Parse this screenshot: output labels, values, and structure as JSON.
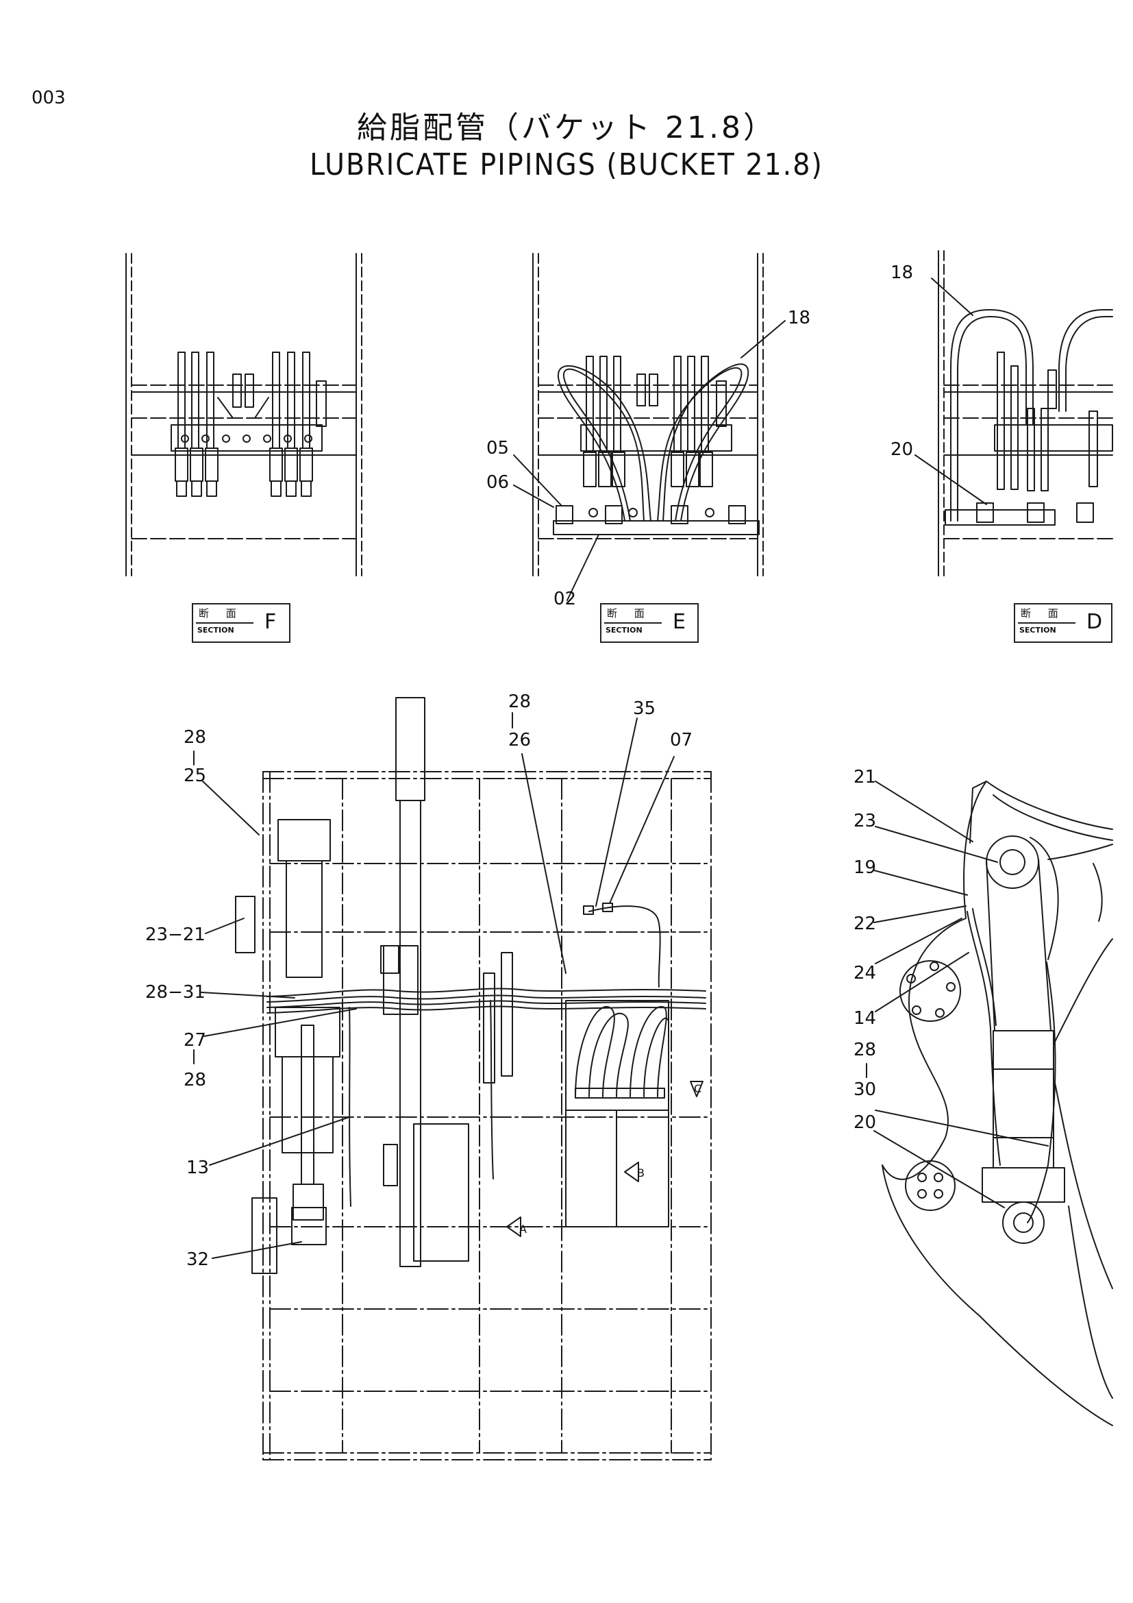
{
  "page_number": "003",
  "title_jp": "給脂配管（バケット 21.8）",
  "title_en": "LUBRICATE PIPINGS (BUCKET 21.8)",
  "sections": [
    {
      "jp": "断 面",
      "en": "SECTION",
      "letter": "F"
    },
    {
      "jp": "断 面",
      "en": "SECTION",
      "letter": "E"
    },
    {
      "jp": "断 面",
      "en": "SECTION",
      "letter": "D"
    }
  ],
  "callouts": {
    "e_18": "18",
    "e_05": "05",
    "e_06": "06",
    "e_02": "02",
    "d_18": "18",
    "d_20": "20",
    "m_28a": "28",
    "m_25": "25",
    "m_28b": "28",
    "m_26": "26",
    "m_35": "35",
    "m_07": "07",
    "m_2321": "23−21",
    "m_2831": "28−31",
    "m_27": "27",
    "m_28c": "28",
    "m_13": "13",
    "m_32": "32",
    "r_21": "21",
    "r_23": "23",
    "r_19": "19",
    "r_22": "22",
    "r_24": "24",
    "r_14": "14",
    "r_28": "28",
    "r_30": "30",
    "r_20": "20"
  },
  "view_arrows": {
    "a": "A",
    "b": "B",
    "c": "C"
  }
}
